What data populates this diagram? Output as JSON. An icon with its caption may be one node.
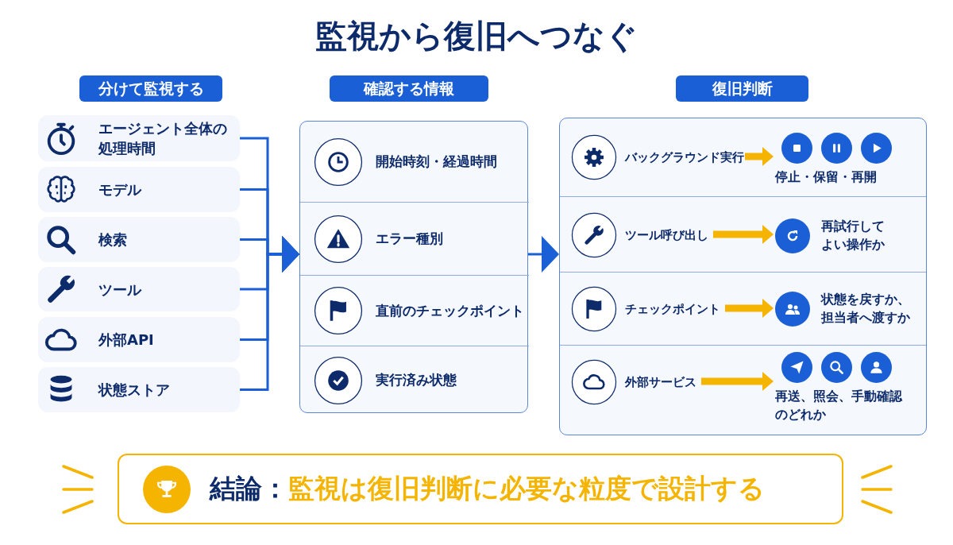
{
  "diagram": {
    "title": "監視から復旧へつなぐ",
    "nodes": [
      {
        "text": [
          "分けて監視する"
        ]
      },
      {
        "text": [
          "エージェント全体の処理時間"
        ]
      },
      {
        "text": [
          "モデル"
        ]
      },
      {
        "text": [
          "検索"
        ]
      },
      {
        "text": [
          "ツール"
        ]
      },
      {
        "text": [
          "外部API"
        ]
      },
      {
        "text": [
          "状態ストア"
        ]
      },
      {
        "text": [
          "確認する情報"
        ]
      },
      {
        "text": [],
        "shape": "box"
      },
      {
        "text": [
          "開始時刻・経過時間"
        ],
        "in": 8
      },
      {
        "text": [
          "エラー種別"
        ],
        "in": 8
      },
      {
        "text": [
          "直前のチェックポイント"
        ],
        "in": 8
      },
      {
        "text": [
          "実行済み状態"
        ],
        "in": 8
      },
      {
        "text": [
          "復旧判断"
        ]
      },
      {
        "text": [],
        "shape": "box"
      },
      {
        "text": [
          "バックグラウンド実行"
        ],
        "in": 14
      },
      {
        "text": [
          "停止・保留・再開"
        ],
        "in": 14
      },
      {
        "text": [
          "ツール呼び出し"
        ],
        "in": 14
      },
      {
        "text": [
          "再試行してよい操作か"
        ],
        "in": 14
      },
      {
        "text": [
          "チェックポイント"
        ],
        "in": 14
      },
      {
        "text": [
          "状態を戻すか、担当者へ渡すか"
        ],
        "in": 14
      },
      {
        "text": [
          "外部サービス"
        ],
        "in": 14
      },
      {
        "text": [
          "再送、照会、手動確認のどれか"
        ],
        "in": 14
      },
      {
        "text": [
          "結論：",
          "監視は復旧判断に必要な粒度で設計する"
        ]
      }
    ],
    "edges": [
      {
        "from": 1,
        "to": 8,
        "arrow": "to"
      },
      {
        "from": 2,
        "to": 8,
        "arrow": "to"
      },
      {
        "from": 3,
        "to": 8,
        "arrow": "to"
      },
      {
        "from": 4,
        "to": 8,
        "arrow": "to"
      },
      {
        "from": 5,
        "to": 8,
        "arrow": "to"
      },
      {
        "from": 6,
        "to": 8,
        "arrow": "to"
      },
      {
        "from": 8,
        "to": 14,
        "arrow": "to"
      },
      {
        "from": 15,
        "to": 16,
        "arrow": "to",
        "style": "thick",
        "color": "#f5b400"
      },
      {
        "from": 17,
        "to": 18,
        "arrow": "to",
        "style": "thick",
        "color": "#f5b400"
      },
      {
        "from": 19,
        "to": 20,
        "arrow": "to",
        "style": "thick",
        "color": "#f5b400"
      },
      {
        "from": 21,
        "to": 22,
        "arrow": "to",
        "style": "thick",
        "color": "#f5b400"
      }
    ]
  }
}
